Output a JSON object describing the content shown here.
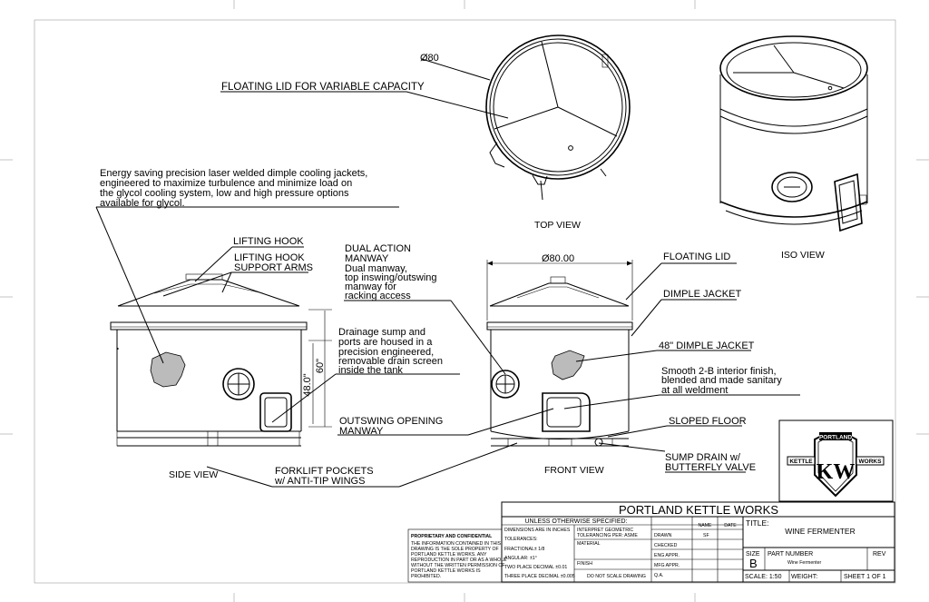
{
  "views": {
    "top": "TOP VIEW",
    "iso": "ISO VIEW",
    "side": "SIDE VIEW",
    "front": "FRONT VIEW"
  },
  "dimensions": {
    "top_diameter": "Ø80",
    "front_diameter": "Ø80.00",
    "height_48": "48.0\"",
    "height_60": "60\""
  },
  "callouts": {
    "floating_lid_variable": "FLOATING LID FOR VARIABLE CAPACITY",
    "energy_saving": [
      "Energy saving precision laser welded dimple cooling jackets,",
      "engineered to maximize turbulence and minimize load on",
      "the glycol cooling system, low and high pressure options",
      "available for glycol."
    ],
    "lifting_hook": "LIFTING HOOK",
    "lifting_hook_arms": [
      "LIFTING HOOK",
      "SUPPORT ARMS"
    ],
    "dual_action": [
      "DUAL ACTION",
      "MANWAY",
      "Dual manway,",
      "top inswing/outswing",
      "manway for",
      "racking access"
    ],
    "drainage": [
      "Drainage sump and",
      "ports are housed in a",
      "precision engineered,",
      "removable drain screen",
      "inside the tank"
    ],
    "outswing": [
      "OUTSWING OPENING",
      "MANWAY"
    ],
    "forklift": [
      "FORKLIFT POCKETS",
      "w/ ANTI-TIP WINGS"
    ],
    "floating_lid": "FLOATING LID",
    "dimple_jacket": "DIMPLE JACKET",
    "dimple_jacket_48": "48\" DIMPLE JACKET",
    "interior_finish": [
      "Smooth 2-B interior finish,",
      "blended and made sanitary",
      "at all weldment"
    ],
    "sloped_floor": "SLOPED FLOOR",
    "sump_drain": [
      "SUMP DRAIN w/",
      "BUTTERFLY VALVE"
    ]
  },
  "logo": {
    "top": "PORTLAND",
    "left": "KETTLE",
    "right": "WORKS",
    "mark": "KW"
  },
  "title_block": {
    "company": "PORTLAND KETTLE WORKS",
    "unless": "UNLESS OTHERWISE SPECIFIED:",
    "name_col": "NAME",
    "date_col": "DATE",
    "title_label": "TITLE:",
    "title_value": "WINE FERMENTER",
    "dims_inches": "DIMENSIONS ARE IN INCHES",
    "tolerances": "TOLERANCES:",
    "fractional": "FRACTIONAL± 1/8",
    "angular": "ANGULAR: ±1°",
    "two_place": "TWO PLACE DECIMAL    ±0.01",
    "three_place": "THREE PLACE DECIMAL   ±0.005",
    "interpret": [
      "INTERPRET GEOMETRIC",
      "TOLERANCING PER: ASME"
    ],
    "material": "MATERIAL",
    "finish": "FINISH",
    "do_not_scale": "DO NOT SCALE DRAWING",
    "drawn": "DRAWN",
    "drawn_name": "SF",
    "checked": "CHECKED",
    "eng_appr": "ENG APPR.",
    "mfg_appr": "MFG APPR.",
    "qa": "Q.A.",
    "size_label": "SIZE",
    "size_value": "B",
    "part_number_label": "PART NUMBER",
    "part_number_value": "Wine Fermenter",
    "rev_label": "REV",
    "scale": "SCALE: 1:50",
    "weight": "WEIGHT:",
    "sheet": "SHEET 1 OF 1",
    "proprietary_title": "PROPRIETARY AND CONFIDENTIAL",
    "proprietary_text": [
      "THE INFORMATION CONTAINED IN THIS",
      "DRAWING IS THE SOLE PROPERTY OF",
      "PORTLAND KETTLE WORKS. ANY",
      "REPRODUCTION IN PART OR AS A WHOLE",
      "WITHOUT THE WRITTEN PERMISSION OF",
      "PORTLAND KETTLE WORKS IS",
      "PROHIBITED."
    ]
  }
}
